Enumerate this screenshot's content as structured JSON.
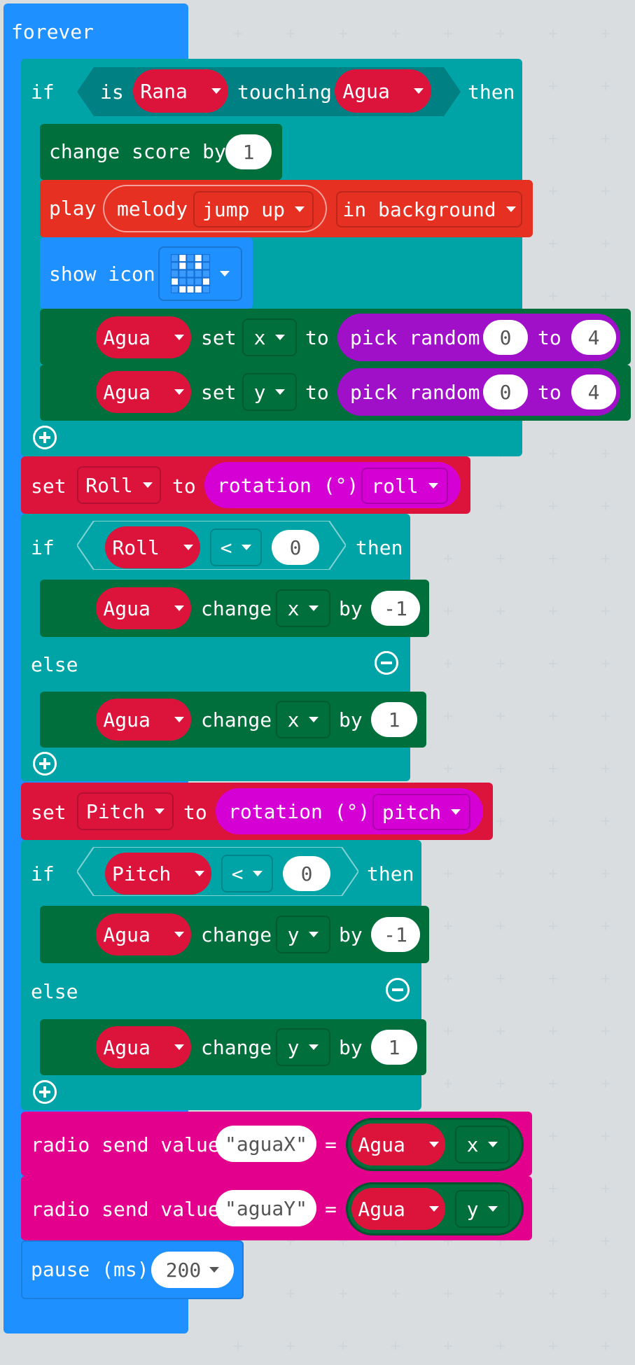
{
  "colors": {
    "loops": "#1e90ff",
    "logic": "#00a4a6",
    "sprites": "#006f3c",
    "music": "#e63022",
    "variables": "#dc143c",
    "math": "#a010c8",
    "input": "#d400d4",
    "radio": "#e3008c"
  },
  "forever": {
    "label": "forever"
  },
  "if1": {
    "if": "if",
    "is": "is",
    "sprite": "Rana",
    "touching": "touching",
    "target": "Agua",
    "then": "then"
  },
  "score": {
    "label": "change score by",
    "value": "1"
  },
  "play": {
    "play": "play",
    "melody": "melody",
    "tune": "jump up",
    "mode": "in background"
  },
  "show_icon": {
    "label": "show icon"
  },
  "set_x": {
    "sprite": "Agua",
    "set": "set",
    "prop": "x",
    "to": "to",
    "pick": "pick random",
    "lo": "0",
    "to2": "to",
    "hi": "4"
  },
  "set_y": {
    "sprite": "Agua",
    "set": "set",
    "prop": "y",
    "to": "to",
    "pick": "pick random",
    "lo": "0",
    "to2": "to",
    "hi": "4"
  },
  "set_roll": {
    "set": "set",
    "var": "Roll",
    "to": "to",
    "rotation": "rotation (°)",
    "axis": "roll"
  },
  "if2": {
    "if": "if",
    "var": "Roll",
    "op": "<",
    "val": "0",
    "then": "then",
    "else": "else"
  },
  "chg_x1": {
    "sprite": "Agua",
    "change": "change",
    "prop": "x",
    "by": "by",
    "val": "-1"
  },
  "chg_x2": {
    "sprite": "Agua",
    "change": "change",
    "prop": "x",
    "by": "by",
    "val": "1"
  },
  "set_pitch": {
    "set": "set",
    "var": "Pitch",
    "to": "to",
    "rotation": "rotation (°)",
    "axis": "pitch"
  },
  "if3": {
    "if": "if",
    "var": "Pitch",
    "op": "<",
    "val": "0",
    "then": "then",
    "else": "else"
  },
  "chg_y1": {
    "sprite": "Agua",
    "change": "change",
    "prop": "y",
    "by": "by",
    "val": "-1"
  },
  "chg_y2": {
    "sprite": "Agua",
    "change": "change",
    "prop": "y",
    "by": "by",
    "val": "1"
  },
  "radio1": {
    "label": "radio send value",
    "name": "\"aguaX\"",
    "eq": "=",
    "sprite": "Agua",
    "prop": "x"
  },
  "radio2": {
    "label": "radio send value",
    "name": "\"aguaY\"",
    "eq": "=",
    "sprite": "Agua",
    "prop": "y"
  },
  "pause": {
    "label": "pause (ms)",
    "value": "200"
  }
}
